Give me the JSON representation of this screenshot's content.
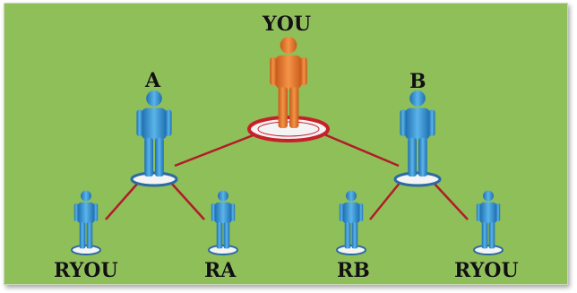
{
  "colors": {
    "background": "#8fbf58",
    "connector": "#b01c2a",
    "person_blue": "#3a9bd6",
    "person_orange": "#e8742a",
    "base_ring_blue": "#2b6aa3",
    "base_ring_red": "#c8202a"
  },
  "nodes": {
    "you": {
      "label": "YOU",
      "icon": "person-icon"
    },
    "a": {
      "label": "A",
      "icon": "person-icon"
    },
    "b": {
      "label": "B",
      "icon": "person-icon"
    },
    "ryou_left": {
      "label": "RYOU",
      "icon": "person-icon"
    },
    "ra": {
      "label": "RA",
      "icon": "person-icon"
    },
    "rb": {
      "label": "RB",
      "icon": "person-icon"
    },
    "ryou_right": {
      "label": "RYOU",
      "icon": "person-icon"
    }
  }
}
